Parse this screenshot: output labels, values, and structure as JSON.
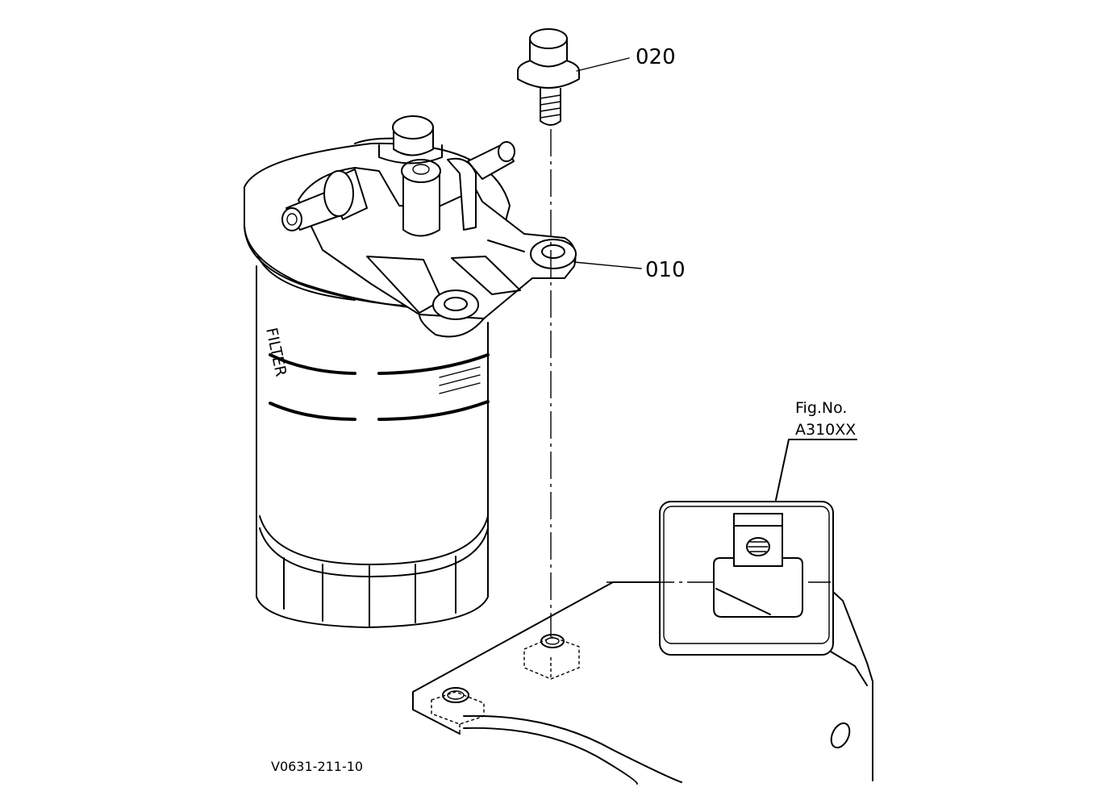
{
  "callouts": {
    "bolt": "020",
    "bracket": "010"
  },
  "figure_ref": {
    "line1": "Fig.No.",
    "line2": "A310XX"
  },
  "drawing_code": "V0631-211-10",
  "filter_label": {
    "main": "FILTER"
  }
}
